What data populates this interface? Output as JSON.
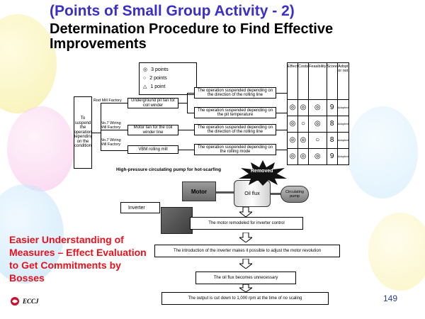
{
  "title": {
    "line1": "(Points of Small Group Activity - 2)",
    "line2": "Determination Procedure to Find Effective Improvements"
  },
  "legend": {
    "items": [
      {
        "symbol": "◎",
        "label": "3 points"
      },
      {
        "symbol": "○",
        "label": "2 points"
      },
      {
        "symbol": "△",
        "label": "1 point"
      }
    ]
  },
  "tree": {
    "root": "To suspend the operation depending on the condition",
    "factories": [
      "Rod Mill Factory",
      "No.7 Wiring Mill Factory",
      "No.7 Wiring Mill Factory"
    ],
    "targets": [
      "Underground pit fan for coil winder",
      "Motor fan for the coil winder line",
      "VBM rolling mill"
    ],
    "measures": [
      "The operation suspended depending on the direction of the rolling line",
      "The operation suspended depending on the pit temperature",
      "The operation suspended depending on the direction of the rolling line",
      "The operation suspended depending on the rolling mode"
    ]
  },
  "eval_table": {
    "headers": [
      "Effect",
      "Costs",
      "Feasibility",
      "Score",
      "Adopt or not"
    ],
    "rows": [
      {
        "effect": "◎",
        "costs": "◎",
        "feasibility": "◎",
        "score": "9",
        "adopt": "Adopted"
      },
      {
        "effect": "◎",
        "costs": "○",
        "feasibility": "◎",
        "score": "8",
        "adopt": "Adopted"
      },
      {
        "effect": "◎",
        "costs": "◎",
        "feasibility": "○",
        "score": "8",
        "adopt": "Adopted"
      },
      {
        "effect": "◎",
        "costs": "◎",
        "feasibility": "◎",
        "score": "9",
        "adopt": "Adopted"
      }
    ]
  },
  "diagram": {
    "title": "High-pressure circulating pump for hot-scarfing",
    "motor": "Motor",
    "oil_flux": "Oil flux",
    "pump": "Circulating pump",
    "burst": "Removed",
    "inverter": "Inverter"
  },
  "flow": [
    "The motor remodeled for inverter control",
    "The introduction of the inverter makes it possible to adjust the motor revolution",
    "The oil flux becomes unnecessary",
    "The output is cut down to 1,000 rpm at the time of no scaling"
  ],
  "side_text": "Easier Understanding of Measures – Effect Evaluation to Get Commitments by Bosses",
  "page_number": "149",
  "logo_text": "ECCJ",
  "colors": {
    "title_blue": "#3b2fc9",
    "accent_red": "#e8111c"
  }
}
